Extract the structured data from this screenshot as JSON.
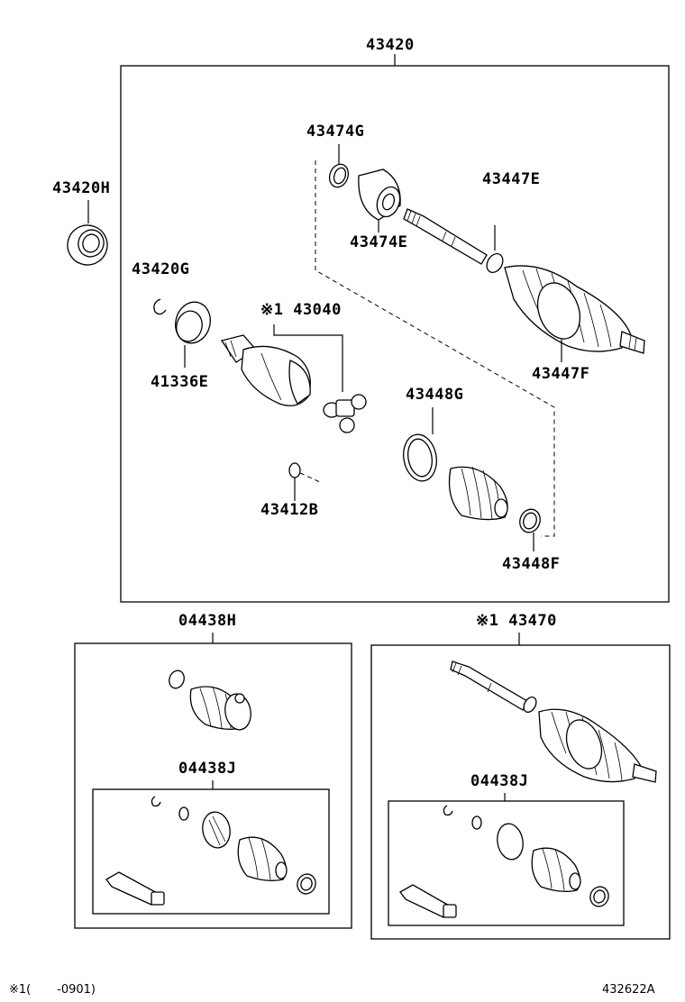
{
  "labels": {
    "assembly_main": "43420",
    "seal_outer": "43420H",
    "snap_ring_g": "43420G",
    "ring_41336e": "41336E",
    "inboard_joint": "※1 43040",
    "clamp_43474g": "43474G",
    "boot_43474e": "43474E",
    "shaft_43447e": "43447E",
    "outboard_43447f": "43447F",
    "clamp_43448g": "43448G",
    "snap_43412b": "43412B",
    "clamp_43448f": "43448F",
    "boot_kit_h": "04438H",
    "boot_kit_j_left": "04438J",
    "shaft_kit": "※1 43470",
    "boot_kit_j_right": "04438J"
  },
  "footer": {
    "note": "※1(       -0901)",
    "figure_id": "432622A"
  }
}
